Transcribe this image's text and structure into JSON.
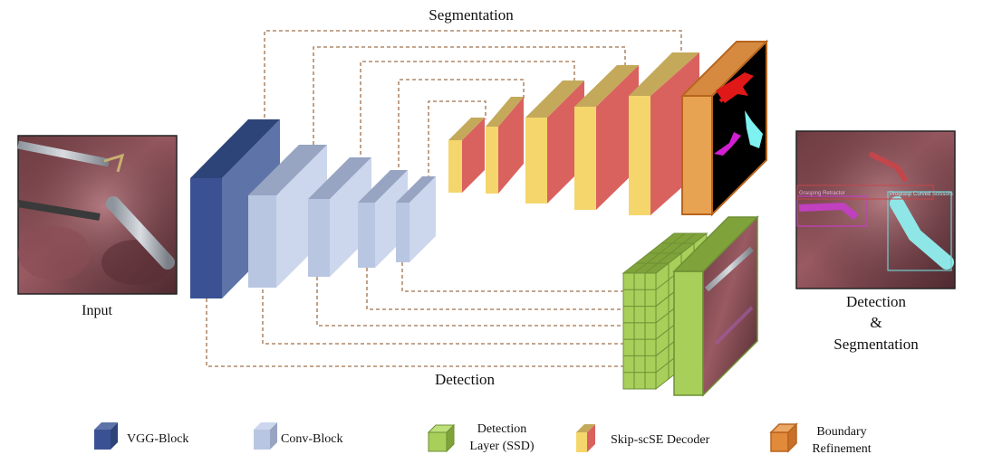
{
  "labels": {
    "segmentation": "Segmentation",
    "detection": "Detection",
    "input": "Input",
    "output_line1": "Detection",
    "output_line2": "&",
    "output_line3": "Segmentation"
  },
  "legend": [
    {
      "id": "vgg",
      "label_lines": [
        "VGG-Block"
      ],
      "icon": "vgg-block-icon"
    },
    {
      "id": "conv",
      "label_lines": [
        "Conv-Block"
      ],
      "icon": "conv-block-icon"
    },
    {
      "id": "det",
      "label_lines": [
        "Detection",
        "Layer (SSD)"
      ],
      "icon": "detection-layer-icon"
    },
    {
      "id": "dec",
      "label_lines": [
        "Skip-scSE Decoder"
      ],
      "icon": "decoder-block-icon"
    },
    {
      "id": "bnd",
      "label_lines": [
        "Boundary",
        "Refinement"
      ],
      "icon": "boundary-refinement-icon"
    }
  ],
  "output_image": {
    "box1_label": "Grasping Retractor",
    "box2_label": "Prograsp Curved Scissors"
  },
  "colors": {
    "vgg_front": "#3a5293",
    "vgg_side": "#5e73a8",
    "vgg_top": "#2d4479",
    "conv_front": "#b9c6e2",
    "conv_side": "#ccd6ec",
    "conv_top": "#97a4c2",
    "dec_yellow": "#f5d66c",
    "dec_red": "#d9625f",
    "dec_top": "#c4a95a",
    "bnd_orange": "#e8a352",
    "bnd_edge": "#b8651f",
    "det_green": "#a8cf5a",
    "det_top": "#7fa33a",
    "connector": "#a0704a"
  }
}
